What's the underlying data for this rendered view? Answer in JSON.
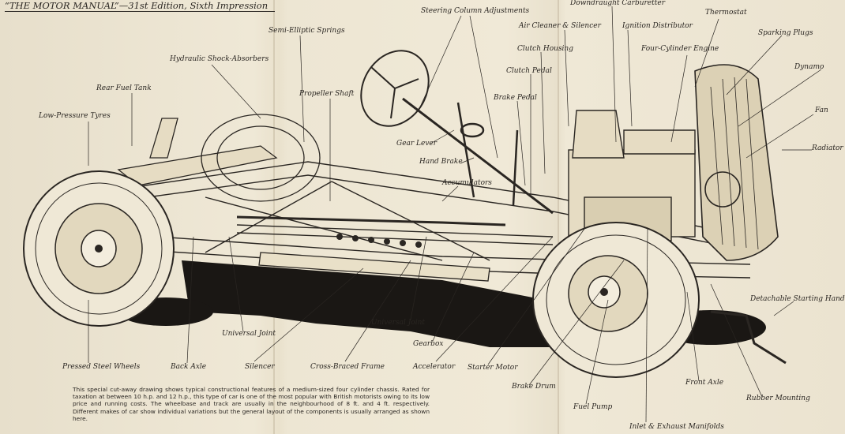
{
  "header": {
    "title": "“THE MOTOR MANUAL”—31st Edition, Sixth Impression"
  },
  "labels": {
    "steering_column": "Steering Column Adjustments",
    "downdraught_carburetter": "Downdraught Carburetter",
    "thermostat": "Thermostat",
    "air_cleaner": "Air Cleaner & Silencer",
    "ignition_distributor": "Ignition Distributor",
    "semi_elliptic_springs": "Semi-Elliptic Springs",
    "sparking_plugs": "Sparking Plugs",
    "hydraulic_shock_absorbers": "Hydraulic Shock-Absorbers",
    "clutch_housing": "Clutch Housing",
    "four_cylinder_engine": "Four-Cylinder Engine",
    "dynamo": "Dynamo",
    "rear_fuel_tank": "Rear Fuel Tank",
    "clutch_pedal": "Clutch Pedal",
    "propeller_shaft": "Propeller Shaft",
    "brake_pedal": "Brake Pedal",
    "fan": "Fan",
    "low_pressure_tyres": "Low-Pressure Tyres",
    "radiator": "Radiator",
    "gear_lever": "Gear Lever",
    "hand_brake": "Hand Brake",
    "accumulators": "Accumulators",
    "detachable_starting_handle": "Detachable Starting Handle",
    "universal_joint_rear": "Universal Joint",
    "universal_joint_mid": "Universal Joint",
    "gearbox": "Gearbox",
    "pressed_steel_wheels": "Pressed Steel Wheels",
    "back_axle": "Back Axle",
    "silencer": "Silencer",
    "cross_braced_frame": "Cross-Braced Frame",
    "accelerator": "Accelerator",
    "starter_motor": "Starter Motor",
    "front_axle": "Front Axle",
    "brake_drum": "Brake Drum",
    "rubber_mounting": "Rubber Mounting",
    "fuel_pump": "Fuel Pump",
    "inlet_exhaust_manifolds": "Inlet & Exhaust Manifolds"
  },
  "caption": "This special cut-away drawing shows typical constructional features of a medium-sized four cylinder chassis. Rated for taxation at between 10 h.p. and 12 h.p., this type of car is one of the most popular with British motorists owing to its low price and running costs. The wheelbase and track are usually in the neighbourhood of 8 ft. and 4 ft. respectively. Different makes of car show individual variations but the general layout of the components is usually arranged as shown here.",
  "colors": {
    "paper": "#ece5d3",
    "ink": "#2a2622",
    "shadow": "#1a1714"
  }
}
